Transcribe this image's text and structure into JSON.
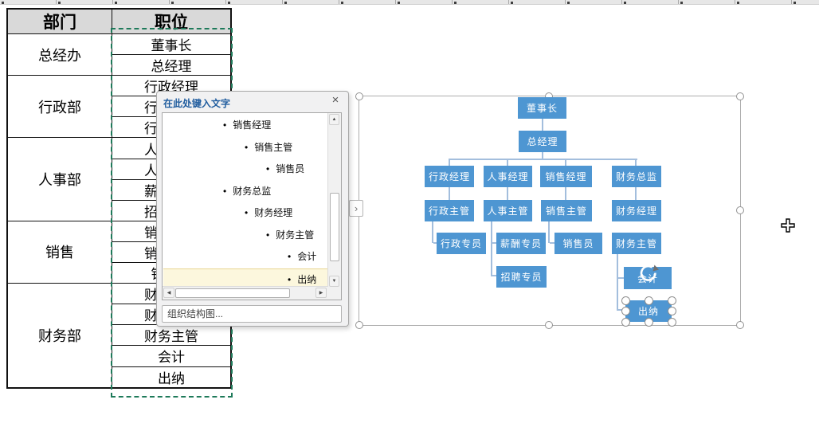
{
  "table": {
    "headers": [
      "部门",
      "职位"
    ],
    "groups": [
      {
        "dept": "总经办",
        "positions": [
          "董事长",
          "总经理"
        ]
      },
      {
        "dept": "行政部",
        "positions": [
          "行政经理",
          "行政主管",
          "行政专员"
        ]
      },
      {
        "dept": "人事部",
        "positions": [
          "人事经理",
          "人事主管",
          "薪酬专员",
          "招聘专员"
        ]
      },
      {
        "dept": "销售",
        "positions": [
          "销售经理",
          "销售主管",
          "销售员"
        ]
      },
      {
        "dept": "财务部",
        "positions": [
          "财务总监",
          "财务经理",
          "财务主管",
          "会计",
          "出纳"
        ]
      }
    ]
  },
  "text_pane": {
    "title": "在此处键入文字",
    "close_label": "×",
    "items": [
      {
        "text": "销售经理",
        "level": 0,
        "highlight": false
      },
      {
        "text": "销售主管",
        "level": 1,
        "highlight": false
      },
      {
        "text": "销售员",
        "level": 2,
        "highlight": false
      },
      {
        "text": "财务总监",
        "level": 0,
        "highlight": false
      },
      {
        "text": "财务经理",
        "level": 1,
        "highlight": false
      },
      {
        "text": "财务主管",
        "level": 2,
        "highlight": false
      },
      {
        "text": "会计",
        "level": 3,
        "highlight": false
      },
      {
        "text": "出纳",
        "level": 3,
        "highlight": true
      }
    ],
    "footer_placeholder": "组织结构图...",
    "toggle_label": "›",
    "scroll_up_glyph": "▲",
    "scroll_down_glyph": "▼",
    "scroll_left_glyph": "◀",
    "scroll_right_glyph": "▶"
  },
  "org_chart": {
    "nodes": [
      {
        "id": "chairman",
        "label": "董事长"
      },
      {
        "id": "gm",
        "label": "总经理"
      },
      {
        "id": "admin_mgr",
        "label": "行政经理"
      },
      {
        "id": "hr_mgr",
        "label": "人事经理"
      },
      {
        "id": "sales_mgr",
        "label": "销售经理"
      },
      {
        "id": "fin_dir",
        "label": "财务总监"
      },
      {
        "id": "admin_sup",
        "label": "行政主管"
      },
      {
        "id": "hr_sup",
        "label": "人事主管"
      },
      {
        "id": "sales_sup",
        "label": "销售主管"
      },
      {
        "id": "fin_mgr",
        "label": "财务经理"
      },
      {
        "id": "admin_spec",
        "label": "行政专员"
      },
      {
        "id": "comp_spec",
        "label": "薪酬专员"
      },
      {
        "id": "salesperson",
        "label": "销售员"
      },
      {
        "id": "fin_sup",
        "label": "财务主管"
      },
      {
        "id": "recruit_spec",
        "label": "招聘专员"
      },
      {
        "id": "accountant",
        "label": "会计"
      },
      {
        "id": "cashier",
        "label": "出纳"
      }
    ],
    "selected_node": "出纳"
  },
  "colors": {
    "node_fill": "#4e96d2",
    "connector": "#a3bedd",
    "marquee_green": "#1e7a5a",
    "highlight_row": "#fcf7dd",
    "pane_title_blue": "#1f5c9e"
  }
}
